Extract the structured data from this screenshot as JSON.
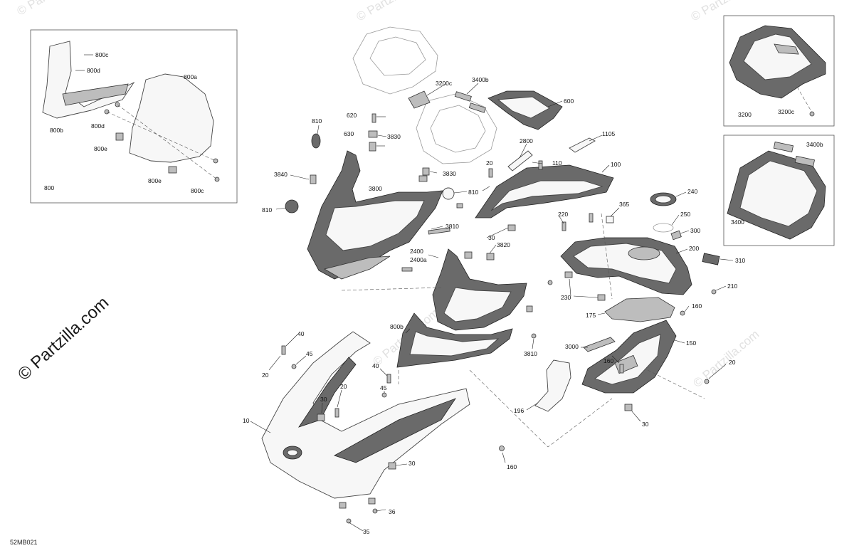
{
  "watermark_text": "© Partzilla.com",
  "brand_text": "© Partzilla.com",
  "diagram_code": "52MB021",
  "inset_800": {
    "callouts": [
      "800c",
      "800d",
      "800a",
      "800b",
      "800d",
      "800e",
      "800e",
      "800c"
    ],
    "box_label": "800"
  },
  "inset_3200": {
    "callouts": [
      "3200",
      "3200c"
    ]
  },
  "inset_3400": {
    "callouts": [
      "3400b",
      "3400"
    ]
  },
  "callouts": {
    "c10": "10",
    "c20a": "20",
    "c20b": "20",
    "c20c": "20",
    "c20d": "20",
    "c30a": "30",
    "c30b": "30",
    "c30c": "30",
    "c30d": "30",
    "c35": "35",
    "c36": "36",
    "c40a": "40",
    "c40b": "40",
    "c45a": "45",
    "c45b": "45",
    "c100": "100",
    "c110": "110",
    "c150": "150",
    "c160a": "160",
    "c160b": "160",
    "c160c": "160",
    "c175": "175",
    "c196": "196",
    "c200": "200",
    "c210": "210",
    "c220": "220",
    "c230": "230",
    "c240": "240",
    "c250": "250",
    "c300": "300",
    "c310": "310",
    "c365": "365",
    "c600": "600",
    "c620": "620",
    "c630": "630",
    "c800b": "800b",
    "c810a": "810",
    "c810b": "810",
    "c810c": "810",
    "c1105": "1105",
    "c2400": "2400",
    "c2400a": "2400a",
    "c2800": "2800",
    "c3000": "3000",
    "c3200c": "3200c",
    "c3400b": "3400b",
    "c3800": "3800",
    "c3810a": "3810",
    "c3810b": "3810",
    "c3820": "3820",
    "c3830a": "3830",
    "c3830b": "3830",
    "c3840": "3840"
  }
}
